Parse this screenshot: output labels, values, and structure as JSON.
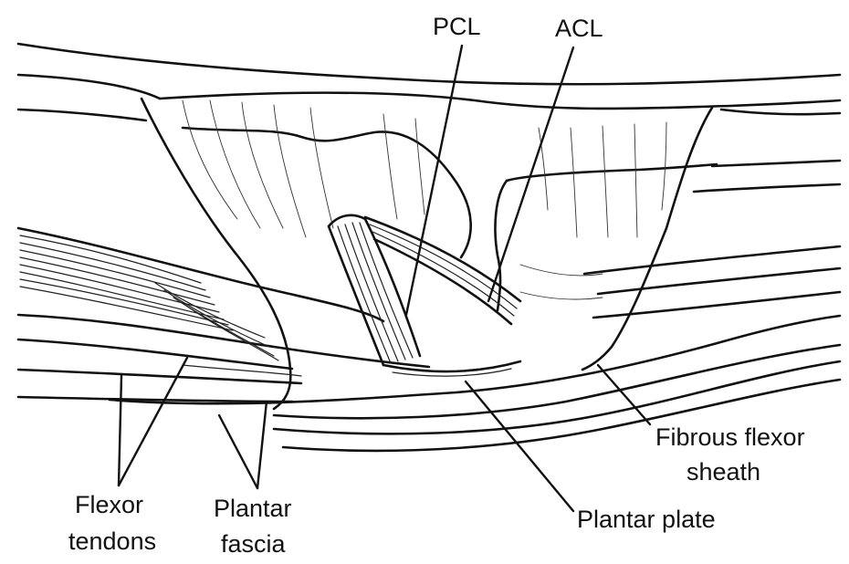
{
  "labels": {
    "pcl": "PCL",
    "acl": "ACL",
    "fibrous_flexor_sheath_line1": "Fibrous flexor",
    "fibrous_flexor_sheath_line2": "sheath",
    "plantar_plate": "Plantar plate",
    "flexor_tendons_line1": "Flexor",
    "flexor_tendons_line2": "tendons",
    "plantar_fascia_line1": "Plantar",
    "plantar_fascia_line2": "fascia"
  }
}
